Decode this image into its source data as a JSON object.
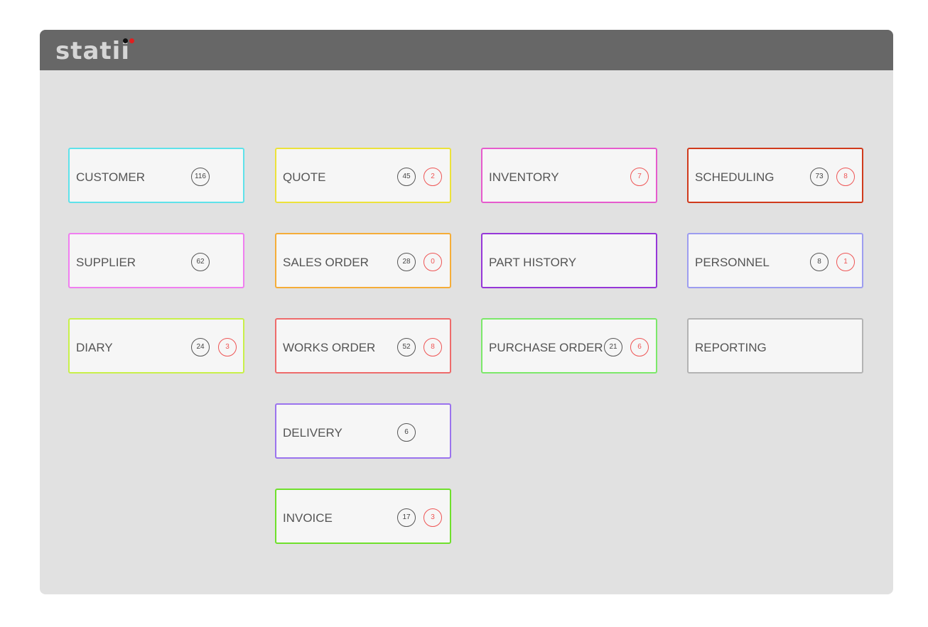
{
  "app": {
    "logo_text": "statii",
    "logo_colors": {
      "text": "#d6d6d6",
      "dot_left": "#111111",
      "dot_right": "#e01f1f"
    }
  },
  "tiles": {
    "customer": {
      "label": "CUSTOMER",
      "border": "#5ee2ea",
      "count": "116"
    },
    "supplier": {
      "label": "SUPPLIER",
      "border": "#f07ef0",
      "count": "62"
    },
    "diary": {
      "label": "DIARY",
      "border": "#c8f04a",
      "count": "24",
      "alert": "3"
    },
    "quote": {
      "label": "QUOTE",
      "border": "#ece23a",
      "count": "45",
      "alert": "2"
    },
    "sales_order": {
      "label": "SALES ORDER",
      "border": "#f5ad38",
      "count": "28",
      "alert": "0"
    },
    "works_order": {
      "label": "WORKS ORDER",
      "border": "#ee6b6b",
      "count": "52",
      "alert": "8"
    },
    "delivery": {
      "label": "DELIVERY",
      "border": "#9b73ee",
      "count": "6"
    },
    "invoice": {
      "label": "INVOICE",
      "border": "#6fe02c",
      "count": "17",
      "alert": "3"
    },
    "inventory": {
      "label": "INVENTORY",
      "border": "#e65bcd",
      "alert": "7"
    },
    "part_history": {
      "label": "PART HISTORY",
      "border": "#9637d8"
    },
    "purchase_order": {
      "label": "PURCHASE ORDER",
      "border": "#7ce86a",
      "count": "21",
      "alert": "6"
    },
    "scheduling": {
      "label": "SCHEDULING",
      "border": "#d03a1c",
      "count": "73",
      "alert": "8"
    },
    "personnel": {
      "label": "PERSONNEL",
      "border": "#9d9df0",
      "count": "8",
      "alert": "1"
    },
    "reporting": {
      "label": "REPORTING",
      "border": "#b3b3b3"
    }
  }
}
